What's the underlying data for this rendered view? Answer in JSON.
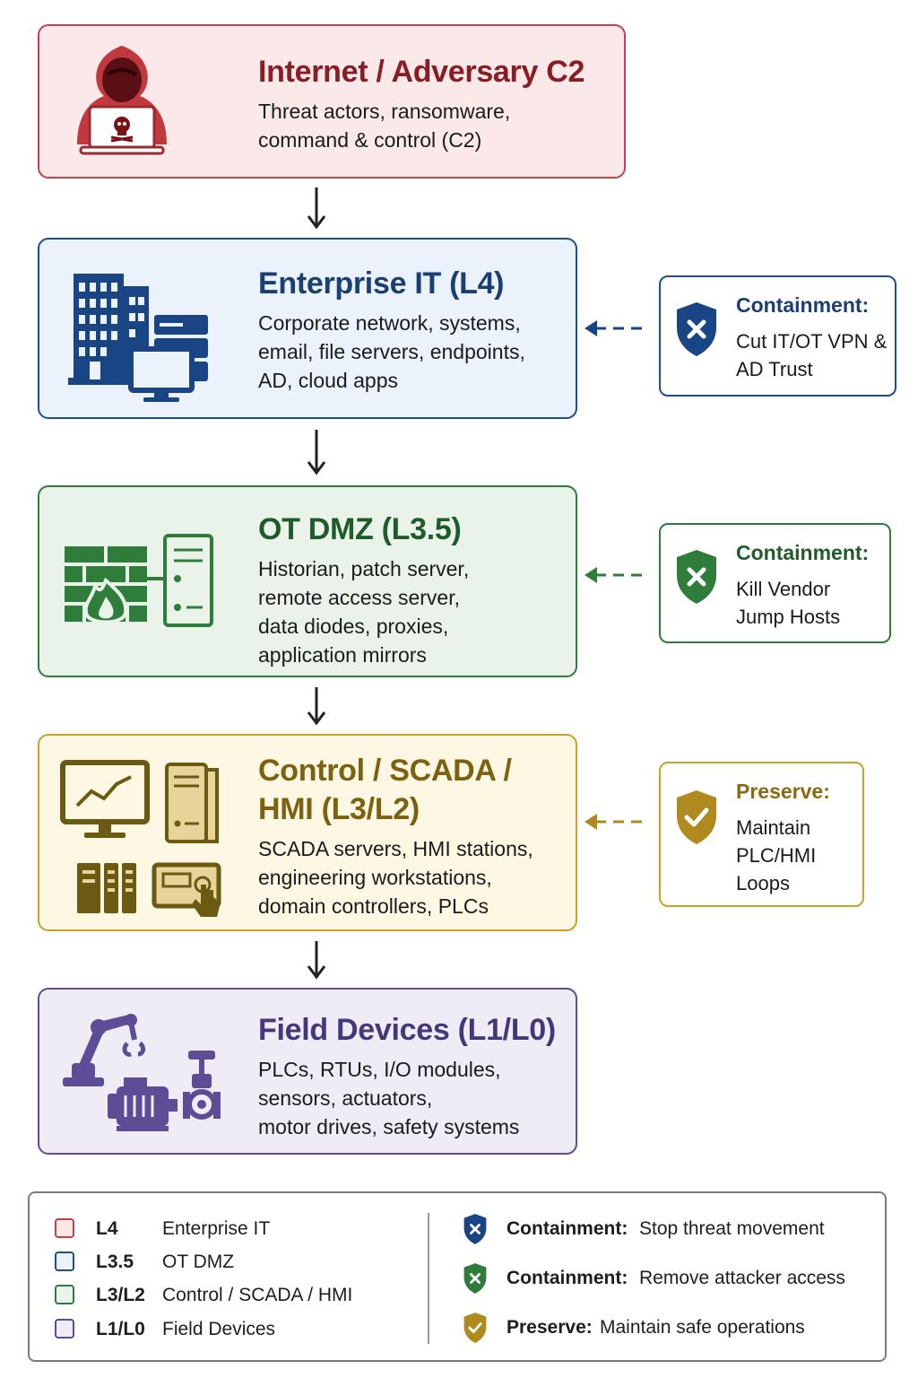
{
  "layers": {
    "internet": {
      "title": "Internet / Adversary C2",
      "description": "Threat actors, ransomware,\ncommand & control (C2)",
      "icon": "hooded-hacker-icon",
      "color": "#c0424b"
    },
    "enterprise": {
      "title": "Enterprise IT (L4)",
      "description": "Corporate network, systems,\nemail, file servers, endpoints,\nAD, cloud apps",
      "icon": "office-building-server-monitor-icon",
      "color": "#1d4e8f"
    },
    "dmz": {
      "title": "OT DMZ (L3.5)",
      "description": "Historian, patch server,\nremote access server,\ndata diodes, proxies,\napplication mirrors",
      "icon": "firewall-server-icon",
      "color": "#2f7d3a"
    },
    "control": {
      "title": "Control / SCADA /\nHMI (L3/L2)",
      "description": "SCADA servers, HMI stations,\nengineering workstations,\ndomain controllers, PLCs",
      "icon": "scada-hmi-icons",
      "color": "#c9a227"
    },
    "field": {
      "title": "Field Devices (L1/L0)",
      "description": "PLCs, RTUs, I/O modules,\nsensors, actuators,\nmotor drives, safety systems",
      "icon": "robot-arm-motor-valve-icons",
      "color": "#5d4d96"
    }
  },
  "actions": {
    "enterprise": {
      "label": "Containment:",
      "text": "Cut IT/OT VPN &\nAD Trust",
      "icon": "shield-x-icon"
    },
    "dmz": {
      "label": "Containment:",
      "text": "Kill Vendor\nJump Hosts",
      "icon": "shield-x-icon"
    },
    "control": {
      "label": "Preserve:",
      "text": "Maintain\nPLC/HMI\nLoops",
      "icon": "shield-check-icon"
    }
  },
  "legend": {
    "levels": [
      {
        "code": "L4",
        "name": "Enterprise IT",
        "swatch": "#c0424b"
      },
      {
        "code": "L3.5",
        "name": "OT DMZ",
        "swatch": "#1d4e8f"
      },
      {
        "code": "L3/L2",
        "name": "Control / SCADA / HMI",
        "swatch": "#2f7d3a"
      },
      {
        "code": "L1/L0",
        "name": "Field Devices",
        "swatch": "#5d4d96"
      }
    ],
    "actions": [
      {
        "label": "Containment:",
        "text": "Stop threat movement",
        "icon": "shield-x-icon",
        "color": "#1d4e8f"
      },
      {
        "label": "Containment:",
        "text": "Remove attacker access",
        "icon": "shield-x-icon",
        "color": "#2f7d3a"
      },
      {
        "label": "Preserve:",
        "text": "Maintain safe operations",
        "icon": "shield-check-icon",
        "color": "#b08a1e"
      }
    ]
  }
}
